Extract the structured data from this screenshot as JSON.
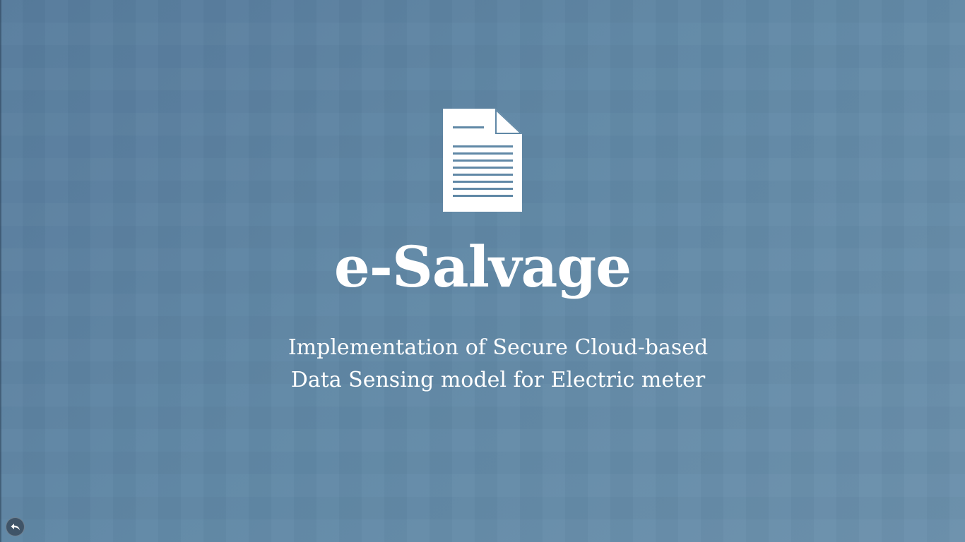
{
  "slide": {
    "title": "e-Salvage",
    "subtitle_lines": [
      "Implementation of Secure Cloud-based",
      "Data Sensing model for Electric meter"
    ],
    "main_icon": "document-icon"
  },
  "navigation": {
    "back_icon": "back-arrow-icon"
  },
  "colors": {
    "background_start": "#577c9d",
    "background_end": "#6b90ac",
    "text": "#ffffff",
    "back_button": "#3f5468"
  }
}
